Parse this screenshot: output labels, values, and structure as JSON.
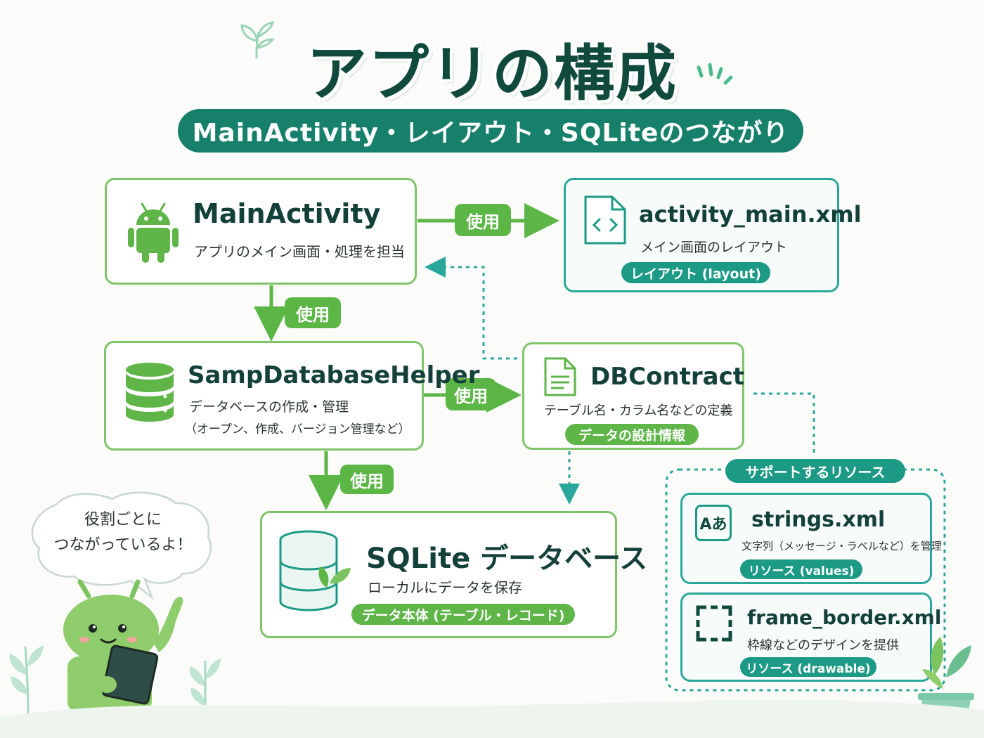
{
  "title": "アプリの構成",
  "subtitle": "MainActivity・レイアウト・SQLiteのつながり",
  "nodes": {
    "main_activity": {
      "name": "MainActivity",
      "desc": "アプリのメイン画面・処理を担当",
      "icon": "android-icon"
    },
    "activity_main": {
      "name": "activity_main.xml",
      "desc": "メイン画面のレイアウト",
      "tag": "レイアウト (layout)",
      "icon": "code-file-icon"
    },
    "db_helper": {
      "name": "SampDatabaseHelper",
      "desc1": "データベースの作成・管理",
      "desc2": "（オープン、作成、バージョン管理など）",
      "icon": "database-icon"
    },
    "db_contract": {
      "name": "DBContract",
      "desc": "テーブル名・カラム名などの定義",
      "tag": "データの設計情報",
      "icon": "document-icon"
    },
    "sqlite": {
      "name": "SQLite データベース",
      "desc": "ローカルにデータを保存",
      "tag": "データ本体 (テーブル・レコード)",
      "icon": "database-leaf-icon"
    },
    "strings": {
      "name": "strings.xml",
      "desc": "文字列（メッセージ・ラベルなど）を管理",
      "tag": "リソース (values)",
      "icon_text": "Aあ",
      "icon": "text-resource-icon"
    },
    "frame_border": {
      "name": "frame_border.xml",
      "desc": "枠線などのデザインを提供",
      "tag": "リソース (drawable)",
      "icon": "frame-icon"
    }
  },
  "resources_group": {
    "label": "サポートするリソース"
  },
  "edges": {
    "main_to_layout": "使用",
    "main_to_helper": "使用",
    "helper_to_contract": "使用",
    "helper_to_sqlite": "使用"
  },
  "bubble": {
    "line1": "役割ごとに",
    "line2": "つながっているよ！"
  },
  "colors": {
    "green": "#5fb548",
    "teal": "#1d9a86",
    "dark": "#0f4a3c"
  }
}
